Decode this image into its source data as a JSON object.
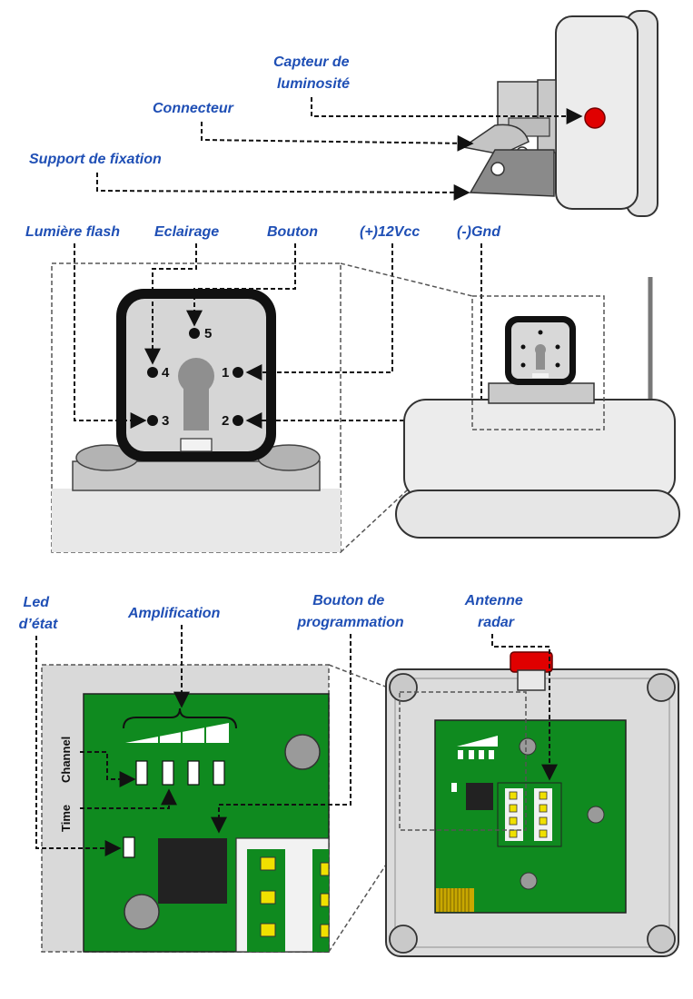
{
  "labels": {
    "light_sensor": [
      "Capteur de",
      "luminosité"
    ],
    "connector": "Connecteur",
    "mount": "Support de fixation",
    "flash": "Lumière flash",
    "lighting": "Eclairage",
    "button": "Bouton",
    "vcc": "(+)12Vcc",
    "gnd": "(-)Gnd",
    "led": [
      "Led",
      "d’état"
    ],
    "amplification": "Amplification",
    "prog_button": [
      "Bouton de",
      "programmation"
    ],
    "antenna": [
      "Antenne",
      "radar"
    ]
  },
  "pins": [
    "1",
    "2",
    "3",
    "4",
    "5"
  ],
  "pcb": {
    "channel": "Channel",
    "time": "Time"
  },
  "colors": {
    "label_blue": "#1f4fb5",
    "pcb_green": "#0f8a1f",
    "sensor_red": "#e00000"
  }
}
